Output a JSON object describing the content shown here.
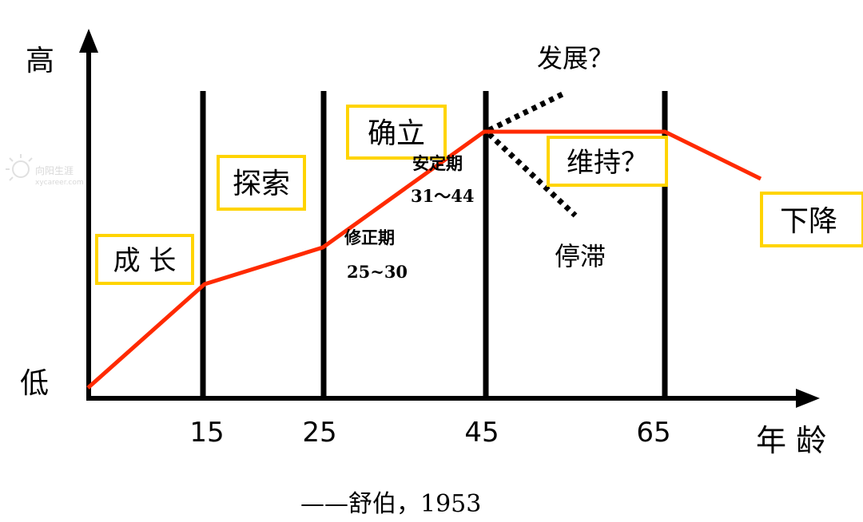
{
  "axis": {
    "y_high": "高",
    "y_low": "低",
    "x_title": "年 龄",
    "ticks": [
      "15",
      "25",
      "45",
      "65"
    ]
  },
  "stages": {
    "growth": "成 长",
    "explore": "探索",
    "establish": "确立",
    "maintain": "维持？",
    "decline": "下降"
  },
  "sub_labels": {
    "correction": "修正期",
    "correction_range": "25~30",
    "stable": "安定期",
    "stable_range": "31～44"
  },
  "branches": {
    "develop": "发展？",
    "stagnate": "停滞"
  },
  "caption": "——舒伯，1953",
  "watermark": {
    "cn": "向阳生涯",
    "en": "xycareer.com"
  },
  "colors": {
    "curve": "#ff2a00",
    "box_border": "#ffd400",
    "axis": "#000000"
  },
  "chart_data": {
    "type": "line",
    "x": [
      0,
      15,
      25,
      45,
      65,
      77
    ],
    "values": [
      "低",
      "",
      "",
      "高",
      "高",
      ""
    ],
    "stage_boundaries": [
      15,
      25,
      45,
      65
    ],
    "branch_upward": "发展？",
    "branch_downward": "停滞"
  }
}
